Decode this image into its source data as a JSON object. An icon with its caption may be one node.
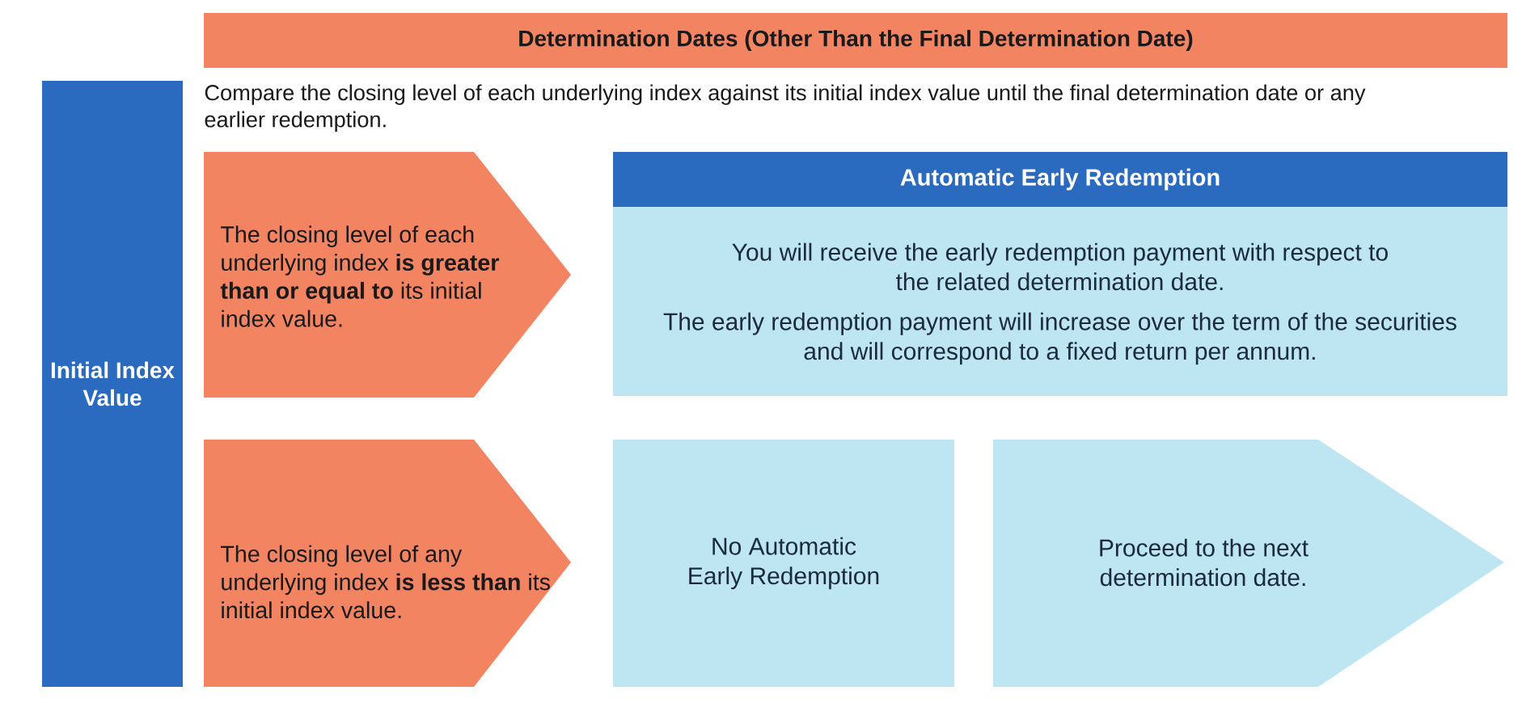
{
  "diagram": {
    "nodes": [
      {
        "text": [
          "Determination Dates (Other Than the Final Determination Date)"
        ]
      },
      {
        "text": [
          "Initial Index Value"
        ]
      },
      {
        "text": [
          "The closing level of each underlying index **is greater than or equal to** its initial index value."
        ]
      },
      {
        "text": [
          "Automatic Early Redemption",
          "You will receive the early redemption payment with respect to the related determination date.",
          "The early redemption payment will increase over the term of the securities and will correspond to a fixed return per annum."
        ]
      },
      {
        "text": [
          "The closing level of any underlying index **is less than** its initial index value."
        ]
      },
      {
        "text": [
          "No Automatic Early Redemption"
        ]
      },
      {
        "text": [
          "Proceed to the next determination date."
        ]
      }
    ],
    "labels": [
      "Compare the closing level of each underlying index against its initial index value until the final determination date or any earlier redemption."
    ]
  }
}
